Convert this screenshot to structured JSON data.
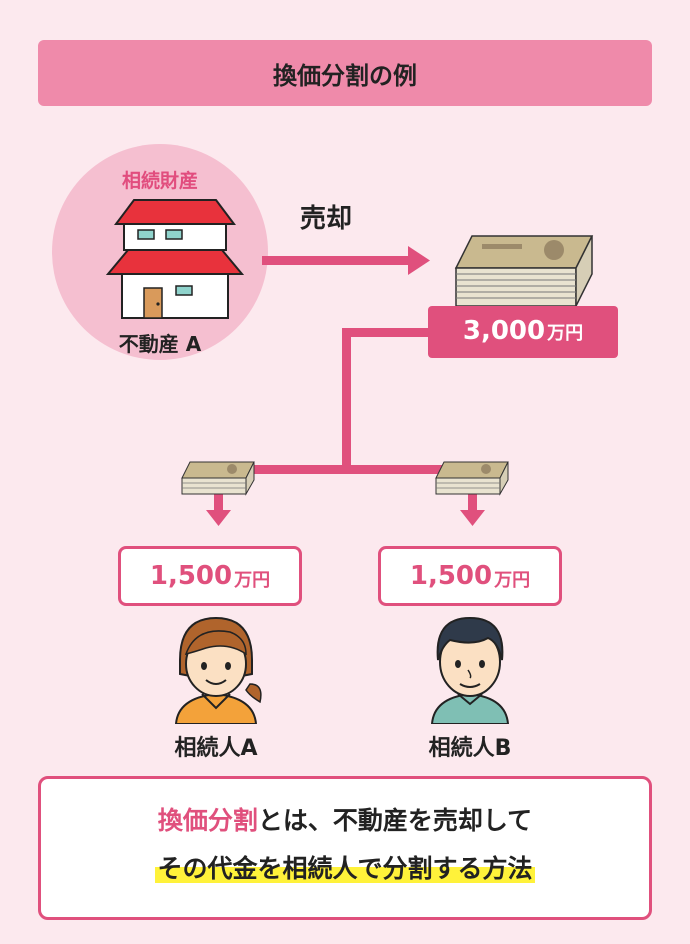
{
  "title": "換価分割の例",
  "inheritance": {
    "heading": "相続財産",
    "property_label": "不動産 A"
  },
  "sale_label": "売却",
  "total": {
    "amount": "3,000",
    "unit": "万円"
  },
  "shares": [
    {
      "amount": "1,500",
      "unit": "万円",
      "heir": "相続人A"
    },
    {
      "amount": "1,500",
      "unit": "万円",
      "heir": "相続人B"
    }
  ],
  "note": {
    "accent": "換価分割",
    "line1_rest": "とは、不動産を売却して",
    "line2": "その代金を相続人で分割する方法"
  },
  "colors": {
    "accent": "#e0507d",
    "title_bar": "#ef8aaa",
    "background": "#fce9ee",
    "highlight": "#fff23a"
  }
}
